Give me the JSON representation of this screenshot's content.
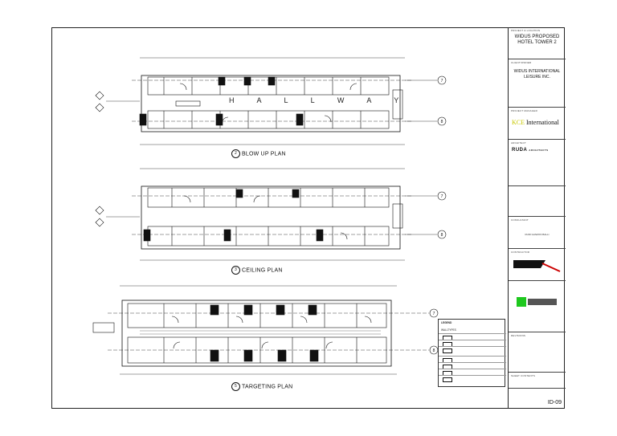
{
  "title_block": {
    "project_label": "PROJECT & LOCATION",
    "project_name_line1": "WIDUS PROPOSED",
    "project_name_line2": "HOTEL TOWER 2",
    "drawing_label": "CLIENT/OWNER",
    "client_line1": "WIDUS INTERNATIONAL",
    "client_line2": "LEISURE INC.",
    "pm_label": "PROJECT MANAGER",
    "pm_logo_prefix": "KCE",
    "pm_logo_text": "International",
    "architect_label": "ARCHITECT",
    "architect_logo": "RUDA",
    "architect_sub": "ARCHITECTS",
    "consultant_label": "CONSULTANT",
    "consultant_name": "RUDI GANZON BALLI",
    "contractor_label": "CONTRACTOR",
    "sheet_contents_label": "SHEET CONTENTS",
    "sheet_number": "ID-09",
    "revisions_label": "REVISIONS"
  },
  "plans": {
    "plan1_title": "BLOW UP PLAN",
    "plan1_number": "2",
    "plan2_title": "CEILING PLAN",
    "plan2_number": "3",
    "plan3_title": "TARGETING PLAN",
    "plan3_number": "5",
    "hallway_label": "H A L L W A Y"
  },
  "grid_bubbles": {
    "top_right": "7",
    "bottom_right": "8"
  },
  "legend": {
    "title": "LEGEND",
    "subtitle": "WALLTYPES"
  }
}
